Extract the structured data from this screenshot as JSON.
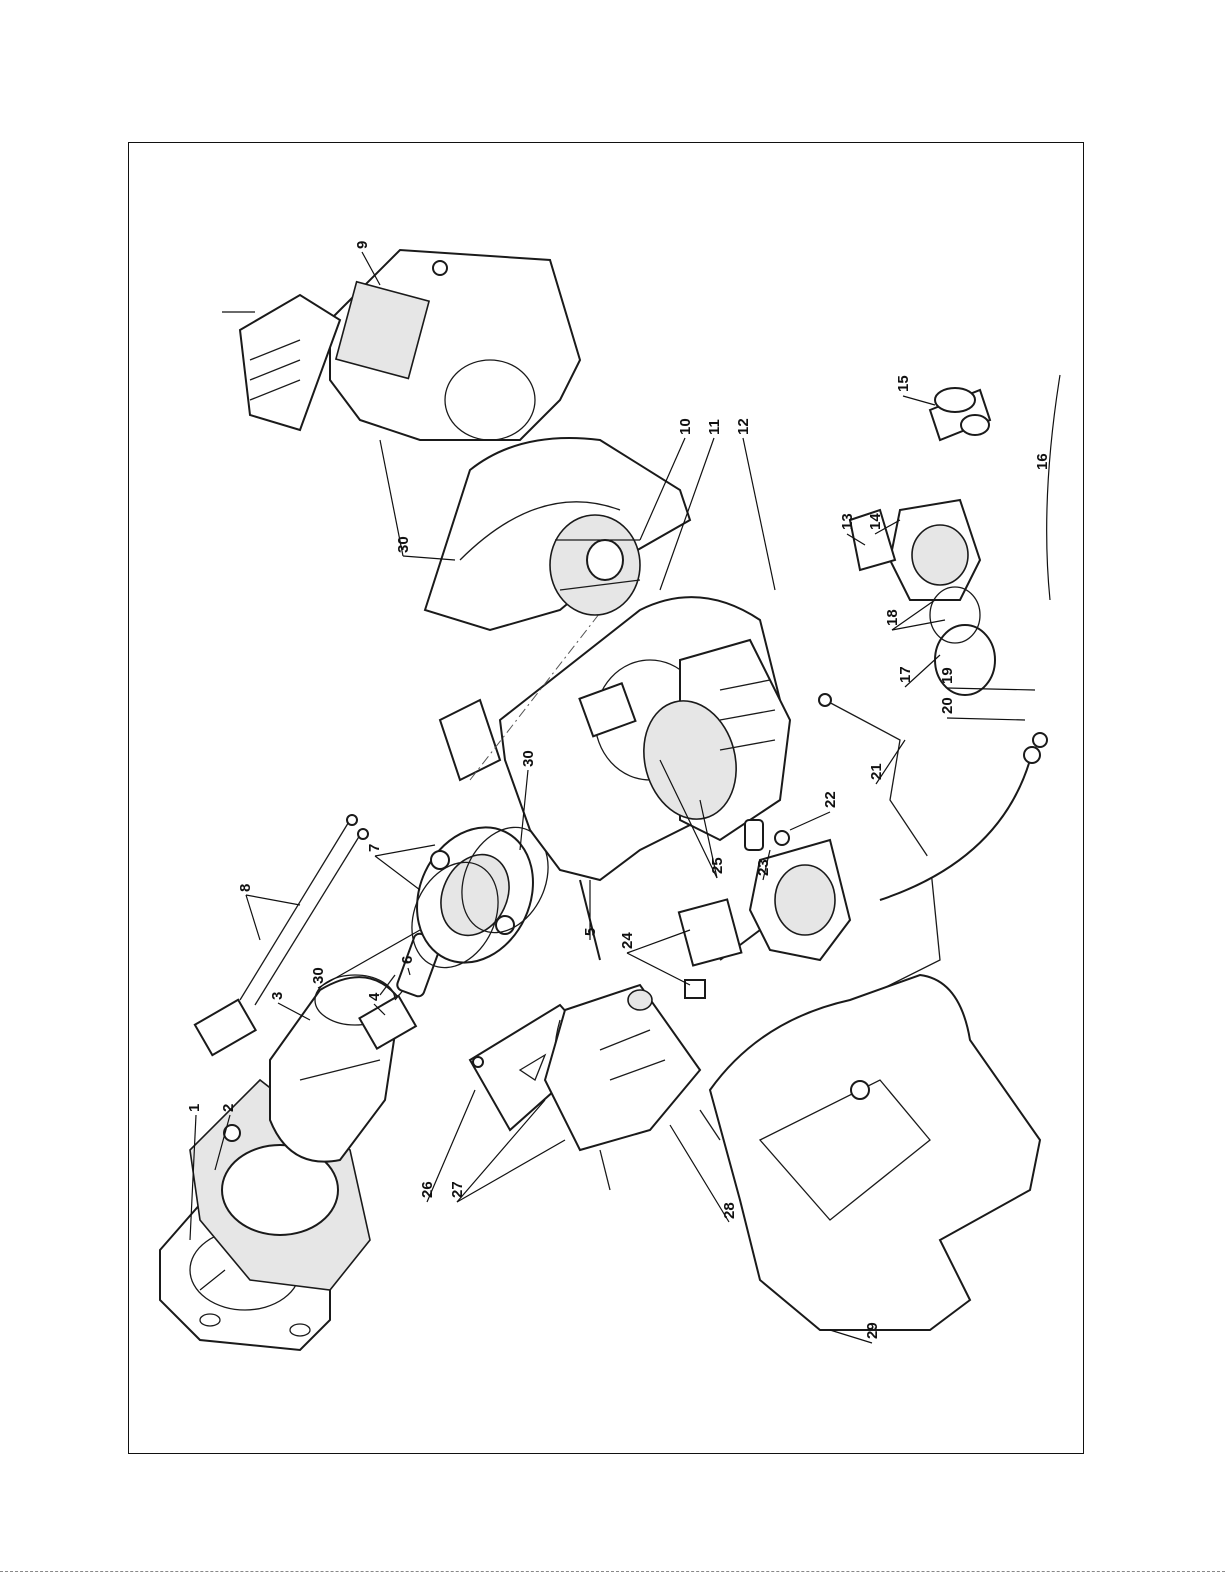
{
  "diagram": {
    "callouts": [
      {
        "id": "1",
        "label": "1"
      },
      {
        "id": "2",
        "label": "2"
      },
      {
        "id": "3",
        "label": "3"
      },
      {
        "id": "4",
        "label": "4"
      },
      {
        "id": "5",
        "label": "5"
      },
      {
        "id": "6",
        "label": "6"
      },
      {
        "id": "7",
        "label": "7"
      },
      {
        "id": "8",
        "label": "8"
      },
      {
        "id": "9",
        "label": "9"
      },
      {
        "id": "10",
        "label": "10"
      },
      {
        "id": "11",
        "label": "11"
      },
      {
        "id": "12",
        "label": "12"
      },
      {
        "id": "13",
        "label": "13"
      },
      {
        "id": "14",
        "label": "14"
      },
      {
        "id": "15",
        "label": "15"
      },
      {
        "id": "16",
        "label": "16"
      },
      {
        "id": "17",
        "label": "17"
      },
      {
        "id": "18",
        "label": "18"
      },
      {
        "id": "19",
        "label": "19"
      },
      {
        "id": "20",
        "label": "20"
      },
      {
        "id": "21",
        "label": "21"
      },
      {
        "id": "22",
        "label": "22"
      },
      {
        "id": "23",
        "label": "23"
      },
      {
        "id": "24",
        "label": "24"
      },
      {
        "id": "25",
        "label": "25"
      },
      {
        "id": "26",
        "label": "26"
      },
      {
        "id": "27",
        "label": "27"
      },
      {
        "id": "28",
        "label": "28"
      },
      {
        "id": "29",
        "label": "29"
      },
      {
        "id": "30a",
        "label": "30"
      },
      {
        "id": "30b",
        "label": "30"
      },
      {
        "id": "30c",
        "label": "30"
      }
    ]
  }
}
